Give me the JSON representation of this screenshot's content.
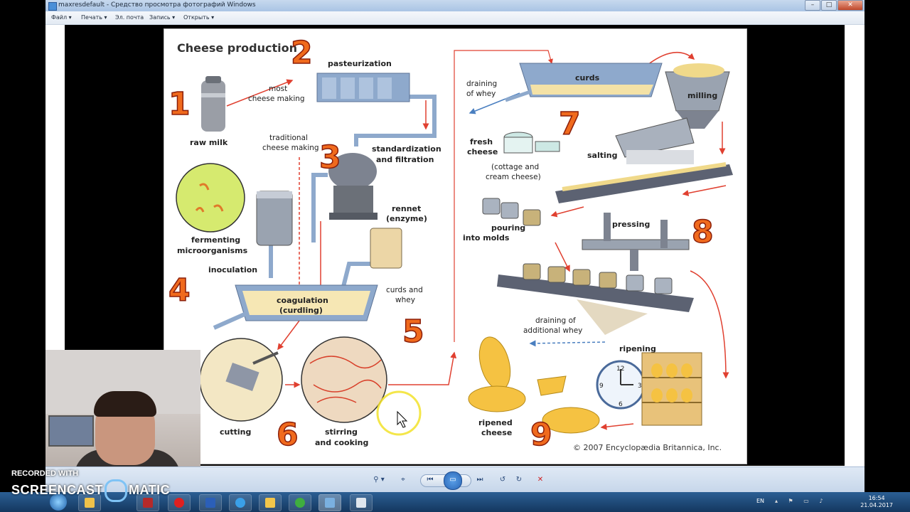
{
  "window": {
    "title": "maxresdefault - Средство просмотра фотографий Windows",
    "buttons": {
      "minimize": "–",
      "maximize": "□",
      "close": "✕"
    }
  },
  "menu": {
    "items": [
      "Файл ▾",
      "Печать ▾",
      "Эл. почта",
      "Запись ▾",
      "Открыть ▾"
    ]
  },
  "diagram": {
    "title": "Cheese production",
    "numbers": [
      "1",
      "2",
      "3",
      "4",
      "5",
      "6",
      "7",
      "8",
      "9"
    ],
    "labels": {
      "raw_milk": "raw milk",
      "most_cheese_1": "most",
      "most_cheese_2": "cheese making",
      "traditional_1": "traditional",
      "traditional_2": "cheese making",
      "pasteurization": "pasteurization",
      "standardization_1": "standardization",
      "standardization_2": "and filtration",
      "fermenting_1": "fermenting",
      "fermenting_2": "microorganisms",
      "rennet_1": "rennet",
      "rennet_2": "(enzyme)",
      "inoculation": "inoculation",
      "coagulation_1": "coagulation",
      "coagulation_2": "(curdling)",
      "curds_whey_1": "curds and",
      "curds_whey_2": "whey",
      "cutting": "cutting",
      "stirring_1": "stirring",
      "stirring_2": "and cooking",
      "draining_whey_1": "draining",
      "draining_whey_2": "of whey",
      "curds": "curds",
      "milling": "milling",
      "salting": "salting",
      "fresh_cheese_1": "fresh",
      "fresh_cheese_2": "cheese",
      "cottage_1": "(cottage and",
      "cottage_2": "cream cheese)",
      "pouring_1": "pouring",
      "pouring_2": "into molds",
      "pressing": "pressing",
      "draining_add_1": "draining of",
      "draining_add_2": "additional whey",
      "ripening": "ripening",
      "ripened_1": "ripened",
      "ripened_2": "cheese",
      "copyright": "© 2007 Encyclopædia Britannica, Inc."
    }
  },
  "toolbar": {
    "zoom": "⚲ ▾",
    "fit": "⌖",
    "prev": "⏮",
    "slideshow": "▭",
    "next": "⏭",
    "rotate_left": "↺",
    "rotate_right": "↻",
    "delete": "✕"
  },
  "taskbar": {
    "lang": "EN",
    "time": "16:54",
    "date": "21.04.2017"
  },
  "watermark": {
    "line1": "RECORDED WITH",
    "line2a": "SCREENCAST",
    "line2b": "MATIC"
  },
  "colors": {
    "accent_red": "#e8251c",
    "number_orange": "#f06a1d",
    "pipe_blue": "#8ea9cc",
    "arrow_red": "#e04030"
  }
}
